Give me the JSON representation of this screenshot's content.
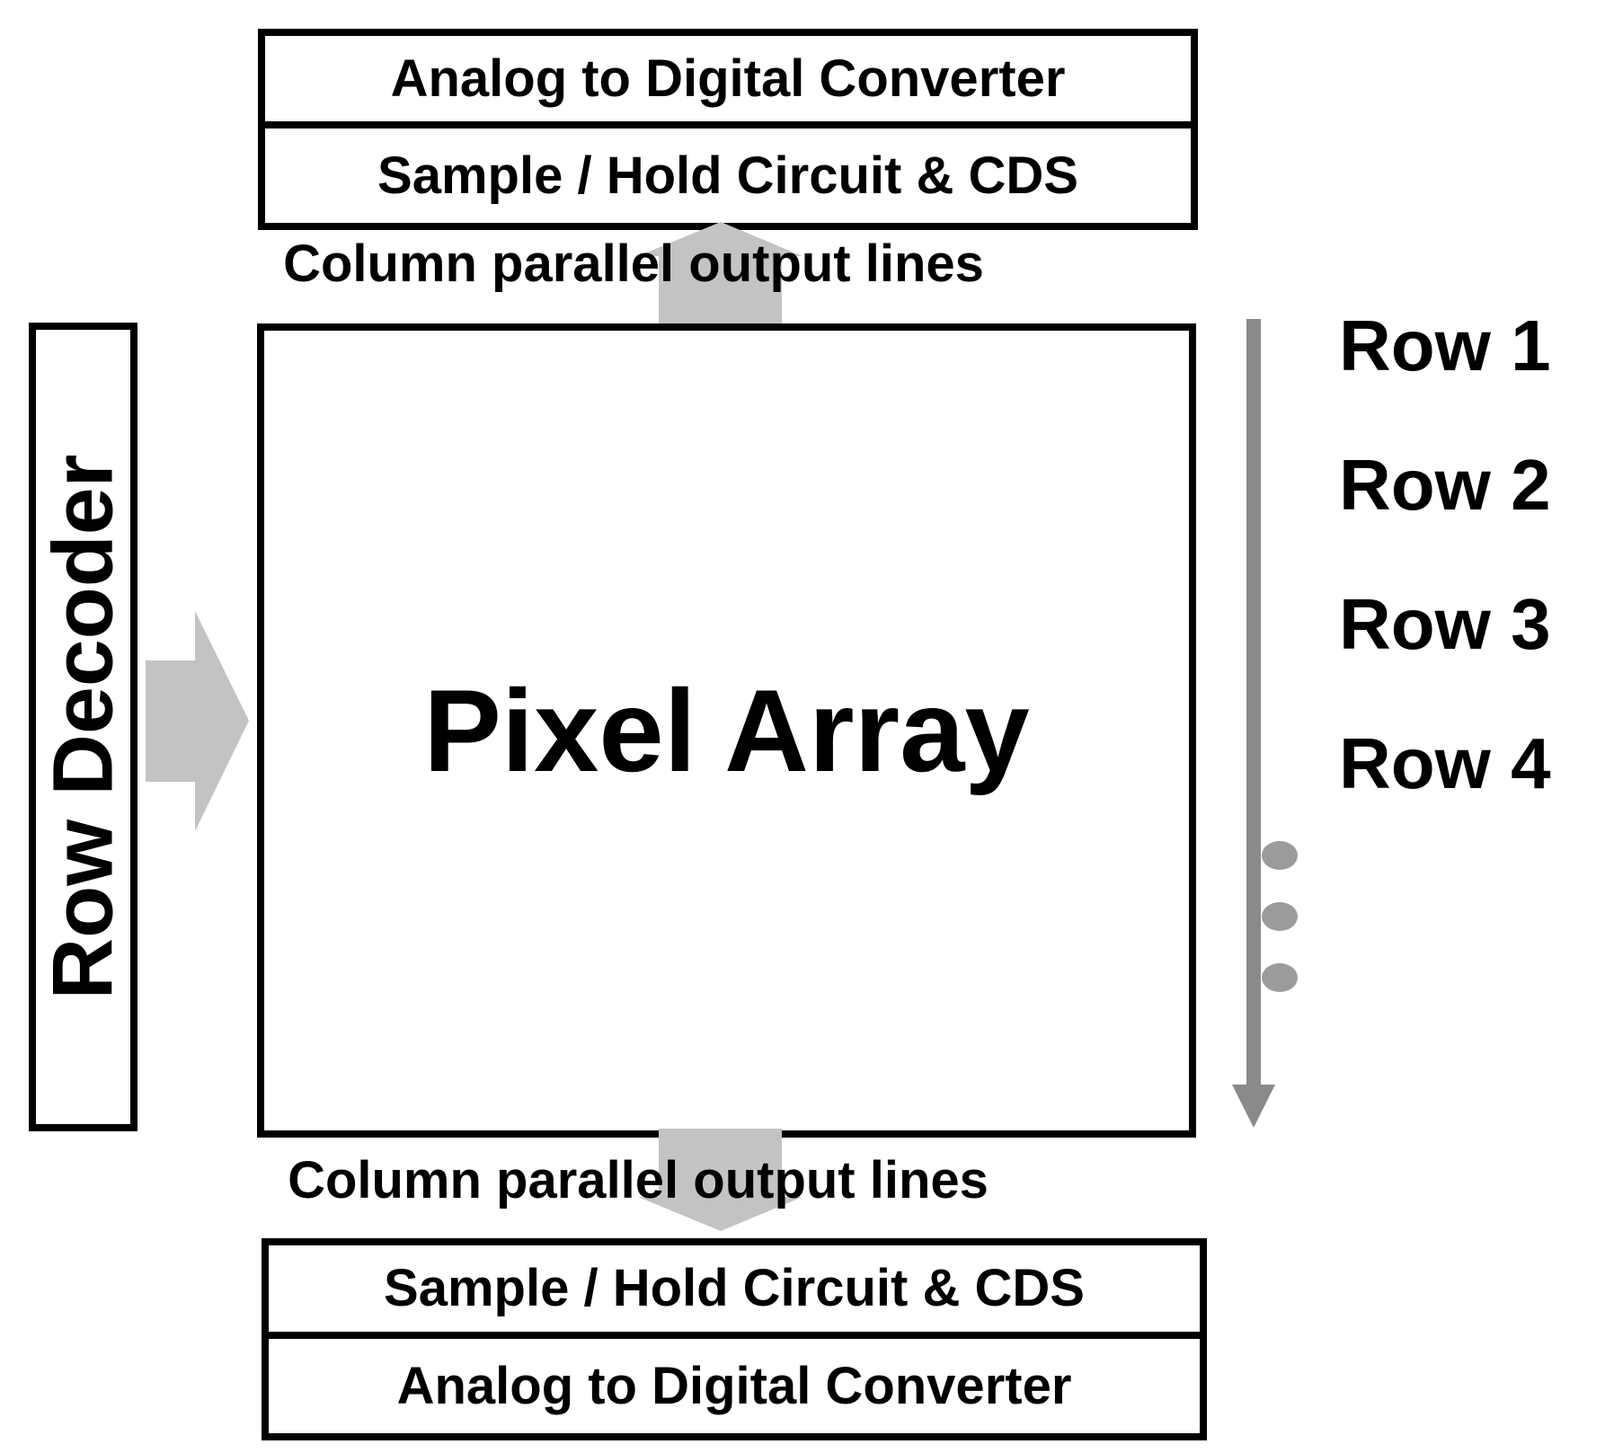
{
  "colors": {
    "background": "#ffffff",
    "ink": "#000000",
    "arrow_light": "#c3c3c3",
    "arrow_dark": "#8a8a8a",
    "dot": "#9b9b9b"
  },
  "top_stack": {
    "adc_label": "Analog to Digital Converter",
    "sample_hold_label": "Sample / Hold Circuit & CDS"
  },
  "column_lines_top": {
    "label": "Column parallel output lines"
  },
  "row_decoder": {
    "label": "Row Decoder"
  },
  "pixel_array": {
    "label": "Pixel Array"
  },
  "row_scan": {
    "rows": [
      {
        "label": "Row 1"
      },
      {
        "label": "Row 2"
      },
      {
        "label": "Row 3"
      },
      {
        "label": "Row 4"
      }
    ],
    "ellipsis_dots": 3
  },
  "column_lines_bottom": {
    "label": "Column parallel output lines"
  },
  "bottom_stack": {
    "sample_hold_label": "Sample / Hold Circuit & CDS",
    "adc_label": "Analog to Digital Converter"
  }
}
